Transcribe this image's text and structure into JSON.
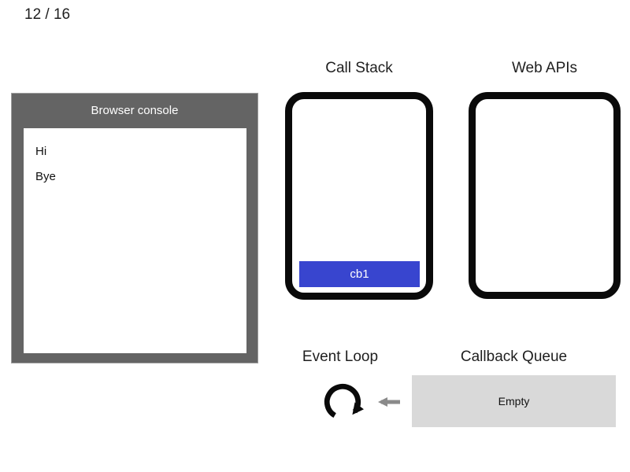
{
  "page": {
    "slide_counter": "12 / 16",
    "background": "#ffffff"
  },
  "browser_console": {
    "title": "Browser console",
    "log_lines": [
      "Hi",
      "Bye"
    ],
    "frame_color": "#646464",
    "title_color": "#ffffff"
  },
  "call_stack": {
    "title": "Call Stack",
    "frames": [
      {
        "label": "cb1",
        "color": "#3845cf",
        "text_color": "#ffffff"
      }
    ]
  },
  "web_apis": {
    "title": "Web APIs",
    "items": []
  },
  "event_loop": {
    "title": "Event Loop",
    "icon": "clockwise-loop-arrow",
    "icon_color": "#0a0a0a"
  },
  "callback_queue": {
    "title": "Callback Queue",
    "status": "Empty",
    "box_color": "#d9d9d9"
  },
  "arrow": {
    "description": "callback queue to event loop",
    "direction": "left",
    "color": "#8a8a8a"
  }
}
